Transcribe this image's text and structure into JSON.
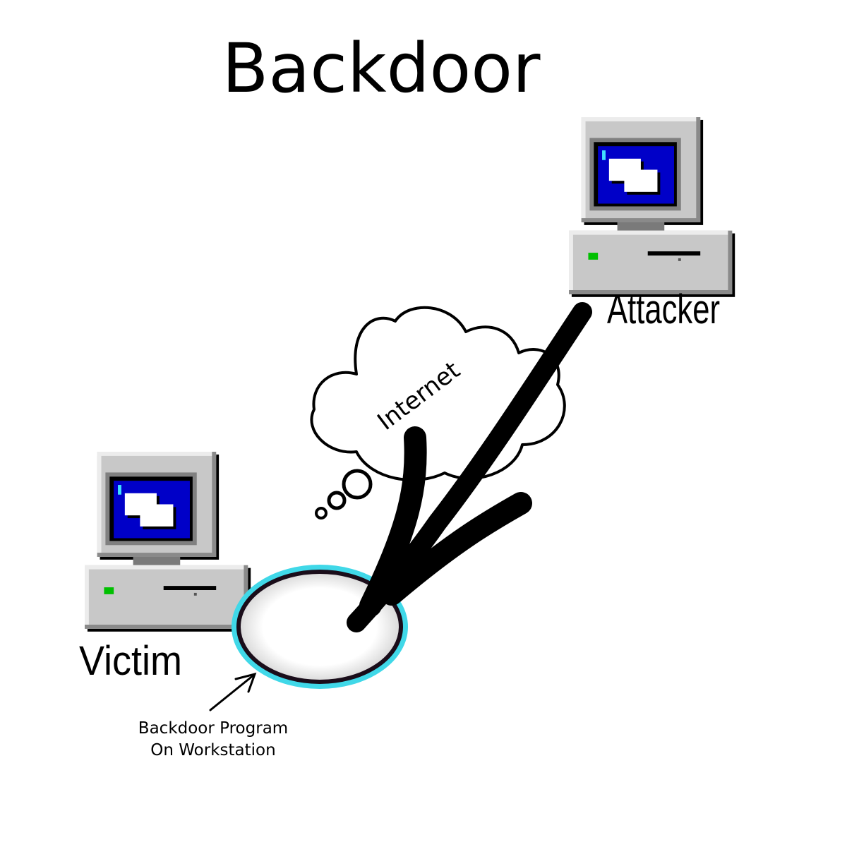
{
  "title": "Backdoor",
  "attacker": {
    "label": "Attacker"
  },
  "victim": {
    "label": "Victim"
  },
  "cloud": {
    "label": "Internet"
  },
  "backdoor_note": {
    "line1": "Backdoor Program",
    "line2": "On Workstation"
  },
  "colors": {
    "screen": "#0000c8",
    "casing": "#c8c8c8",
    "power_led": "#00c000",
    "ring_glow": "#40d8e8",
    "ink": "#000000"
  },
  "icons": {
    "attacker_computer": "computer-icon",
    "victim_computer": "computer-icon"
  }
}
